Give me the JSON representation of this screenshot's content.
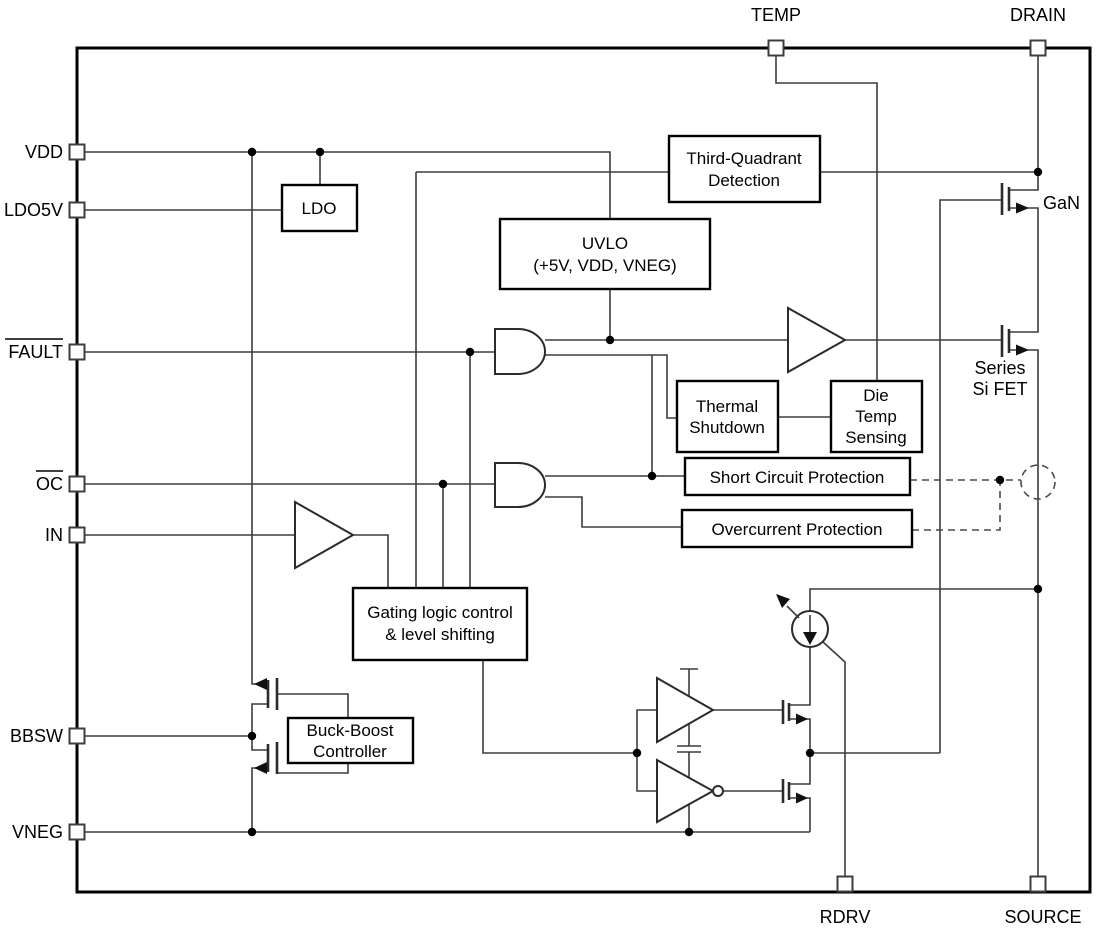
{
  "pins": {
    "left": [
      {
        "label": "VDD",
        "overline": false
      },
      {
        "label": "LDO5V",
        "overline": false
      },
      {
        "label": "FAULT",
        "overline": true
      },
      {
        "label": "OC",
        "overline": true
      },
      {
        "label": "IN",
        "overline": false
      },
      {
        "label": "BBSW",
        "overline": false
      },
      {
        "label": "VNEG",
        "overline": false
      }
    ],
    "top": [
      {
        "label": "TEMP"
      },
      {
        "label": "DRAIN"
      }
    ],
    "bottom": [
      {
        "label": "RDRV"
      },
      {
        "label": "SOURCE"
      }
    ]
  },
  "blocks": {
    "ldo": {
      "line1": "LDO"
    },
    "third_quadrant": {
      "line1": "Third-Quadrant",
      "line2": "Detection"
    },
    "uvlo": {
      "line1": "UVLO",
      "line2": "(+5V, VDD, VNEG)"
    },
    "thermal_shutdown": {
      "line1": "Thermal",
      "line2": "Shutdown"
    },
    "die_temp_sensing": {
      "line1": "Die",
      "line2": "Temp",
      "line3": "Sensing"
    },
    "short_circuit": {
      "line1": "Short Circuit Protection"
    },
    "overcurrent": {
      "line1": "Overcurrent Protection"
    },
    "gating_logic": {
      "line1": "Gating logic control",
      "line2": "& level shifting"
    },
    "buck_boost": {
      "line1": "Buck-Boost",
      "line2": "Controller"
    }
  },
  "transistors": {
    "gan_label": "GaN",
    "series_fet_line1": "Series",
    "series_fet_line2": "Si FET"
  },
  "colors": {
    "wire": "#3d3d3d",
    "outline": "#000000",
    "background": "#ffffff",
    "dot": "#000000"
  }
}
